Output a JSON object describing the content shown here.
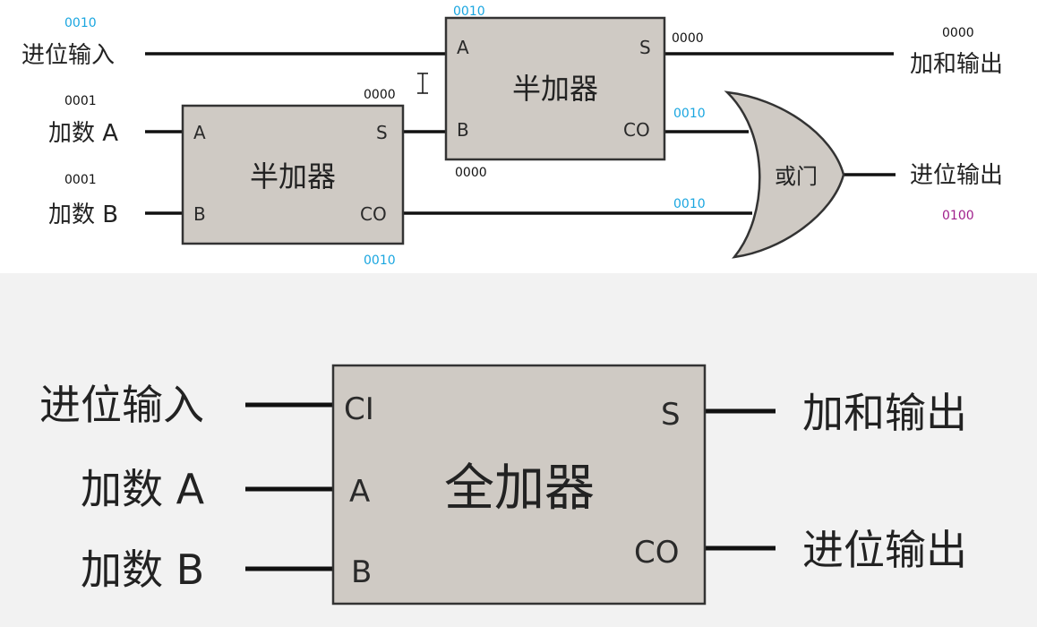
{
  "top": {
    "labels": {
      "carry_in": "进位输入",
      "addend_a": "加数 A",
      "addend_b": "加数 B",
      "sum_out": "加和输出",
      "carry_out": "进位输出"
    },
    "half_adder_1": {
      "title": "半加器",
      "pin_a": "A",
      "pin_b": "B",
      "pin_s": "S",
      "pin_co": "CO"
    },
    "half_adder_2": {
      "title": "半加器",
      "pin_a": "A",
      "pin_b": "B",
      "pin_s": "S",
      "pin_co": "CO"
    },
    "or_gate": {
      "title": "或门"
    },
    "values": {
      "carry_in": "0010",
      "addend_a": "0001",
      "addend_b": "0001",
      "ha1_s": "0000",
      "ha1_co": "0010",
      "ha2_a": "0010",
      "ha2_s": "0000",
      "ha2_co": "0010",
      "ha2_b": "0000",
      "or_in_b": "0010",
      "sum_out": "0000",
      "carry_out": "0100"
    },
    "colors": {
      "blue": "#1aa6e0",
      "black": "#111111",
      "purple": "#a0208c"
    },
    "cursor_icon": "text-cursor-icon"
  },
  "bottom": {
    "labels": {
      "carry_in": "进位输入",
      "addend_a": "加数 A",
      "addend_b": "加数 B",
      "sum_out": "加和输出",
      "carry_out": "进位输出"
    },
    "full_adder": {
      "title": "全加器",
      "pin_ci": "CI",
      "pin_a": "A",
      "pin_b": "B",
      "pin_s": "S",
      "pin_co": "CO"
    }
  }
}
